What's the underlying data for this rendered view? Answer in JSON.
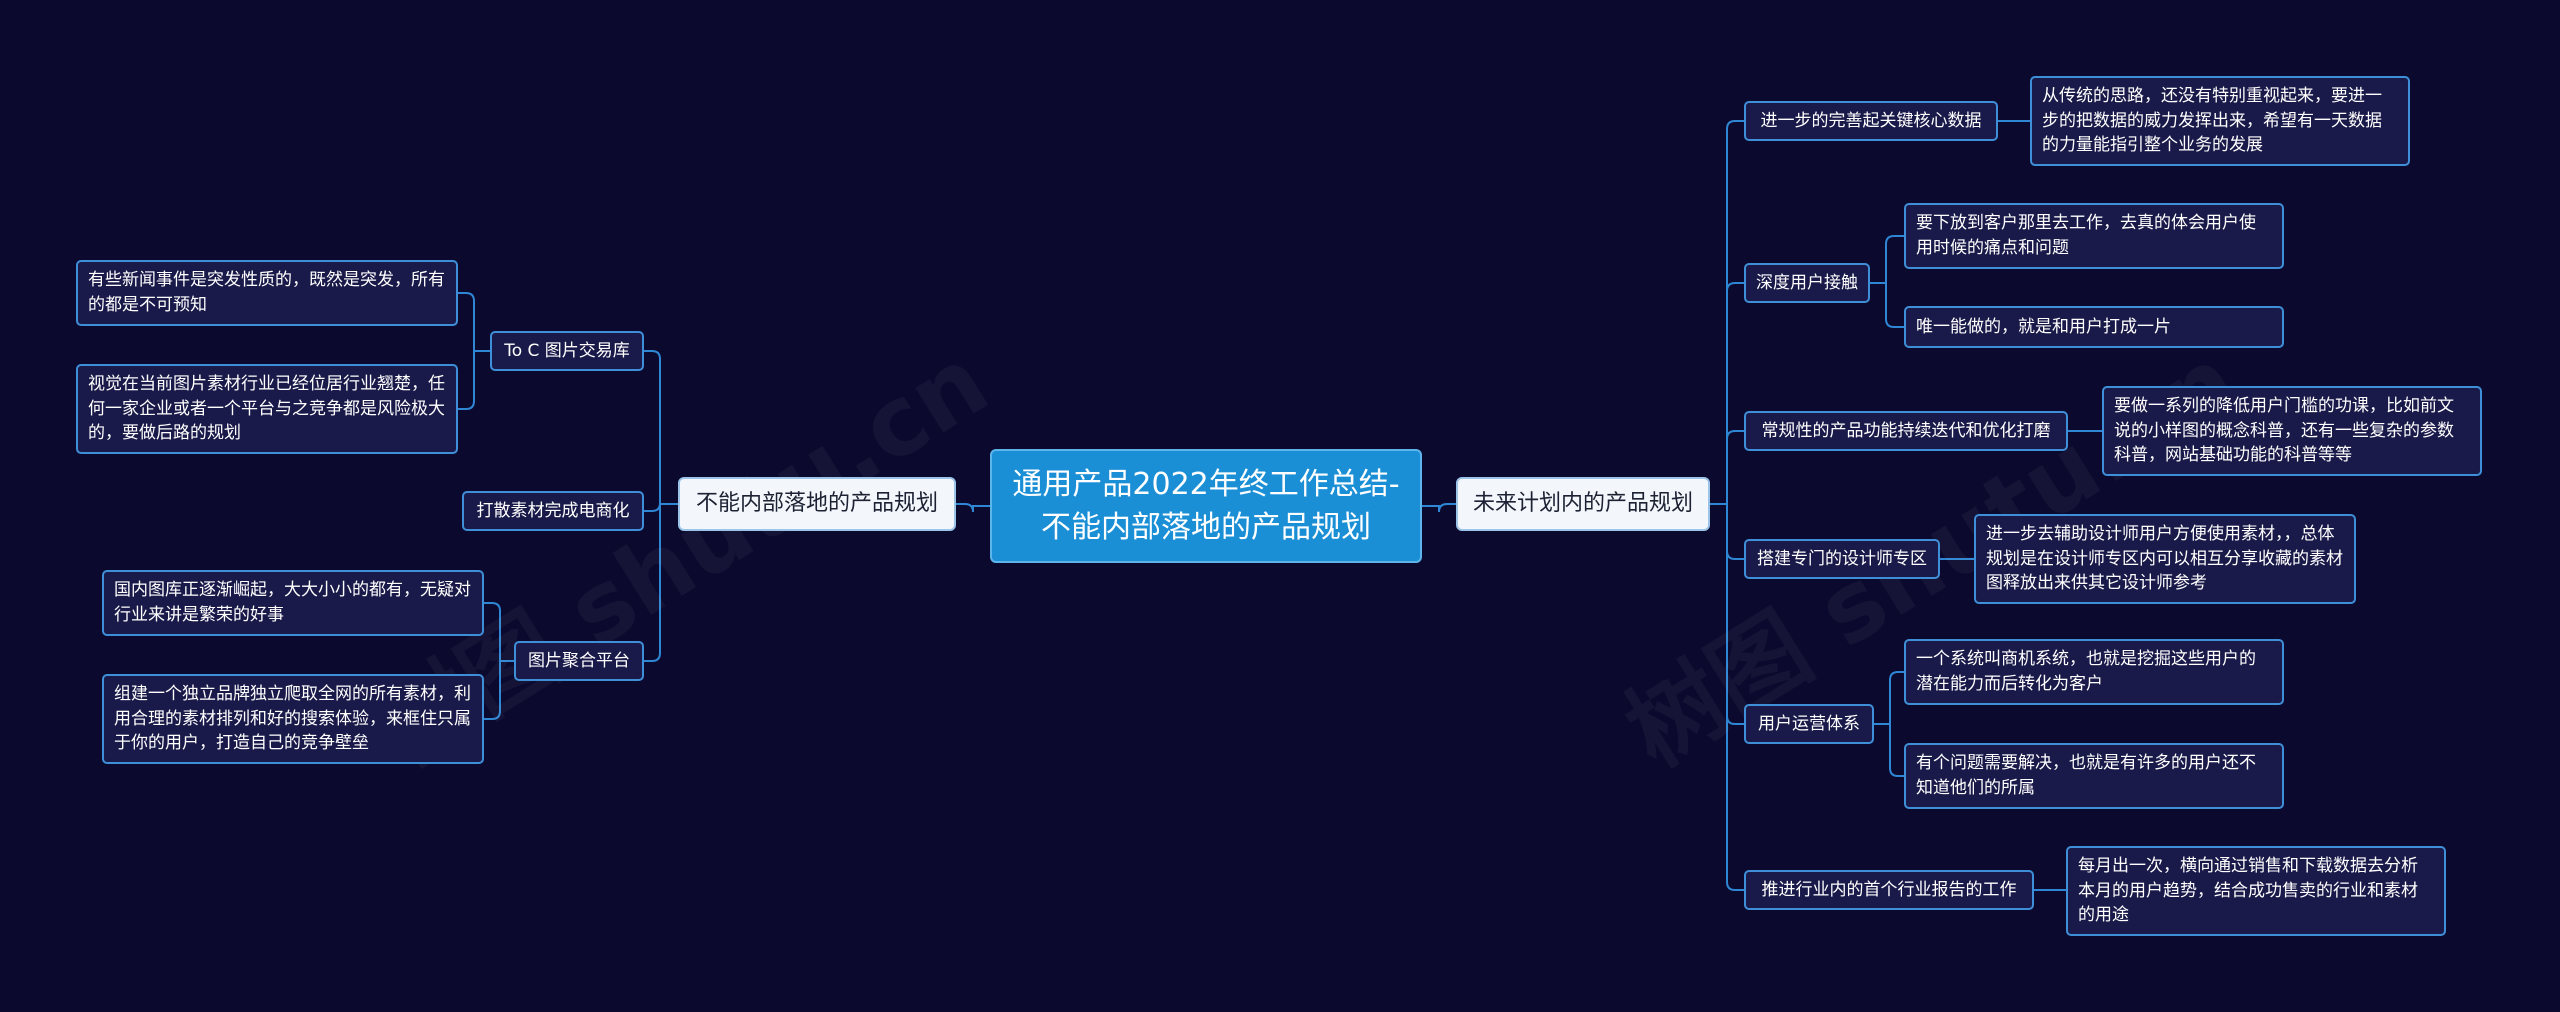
{
  "root": {
    "title": "通用产品2022年终工作总结-不能内部落地的产品规划"
  },
  "left": {
    "label": "不能内部落地的产品规划",
    "children": [
      {
        "label": "To C 图片交易库",
        "leaves": [
          "有些新闻事件是突发性质的，既然是突发，所有的都是不可预知",
          "视觉在当前图片素材行业已经位居行业翘楚，任何一家企业或者一个平台与之竞争都是风险极大的，要做后路的规划"
        ]
      },
      {
        "label": "打散素材完成电商化",
        "leaves": []
      },
      {
        "label": "图片聚合平台",
        "leaves": [
          "国内图库正逐渐崛起，大大小小的都有，无疑对行业来讲是繁荣的好事",
          "组建一个独立品牌独立爬取全网的所有素材，利用合理的素材排列和好的搜索体验，来框住只属于你的用户，打造自己的竞争壁垒"
        ]
      }
    ]
  },
  "right": {
    "label": "未来计划内的产品规划",
    "children": [
      {
        "label": "进一步的完善起关键核心数据",
        "leaves": [
          "从传统的思路，还没有特别重视起来，要进一步的把数据的威力发挥出来，希望有一天数据的力量能指引整个业务的发展"
        ]
      },
      {
        "label": "深度用户接触",
        "leaves": [
          "要下放到客户那里去工作，去真的体会用户使用时候的痛点和问题",
          "唯一能做的，就是和用户打成一片"
        ]
      },
      {
        "label": "常规性的产品功能持续迭代和优化打磨",
        "leaves": [
          "要做一系列的降低用户门槛的功课，比如前文说的小样图的概念科普，还有一些复杂的参数科普，网站基础功能的科普等等"
        ]
      },
      {
        "label": "搭建专门的设计师专区",
        "leaves": [
          "进一步去辅助设计师用户方便使用素材，，总体规划是在设计师专区内可以相互分享收藏的素材图释放出来供其它设计师参考"
        ]
      },
      {
        "label": "用户运营体系",
        "leaves": [
          "一个系统叫商机系统，也就是挖掘这些用户的潜在能力而后转化为客户",
          "有个问题需要解决，也就是有许多的用户还不知道他们的所属"
        ]
      },
      {
        "label": "推进行业内的首个行业报告的工作",
        "leaves": [
          "每月出一次，横向通过销售和下载数据去分析本月的用户趋势，结合成功售卖的行业和素材的用途"
        ]
      }
    ]
  },
  "watermark": "树图 shutu.cn",
  "colors": {
    "background": "#0b0a2e",
    "root": "#1a8fd6",
    "line": "#2f86d4",
    "node_border": "#3e8fd8"
  }
}
